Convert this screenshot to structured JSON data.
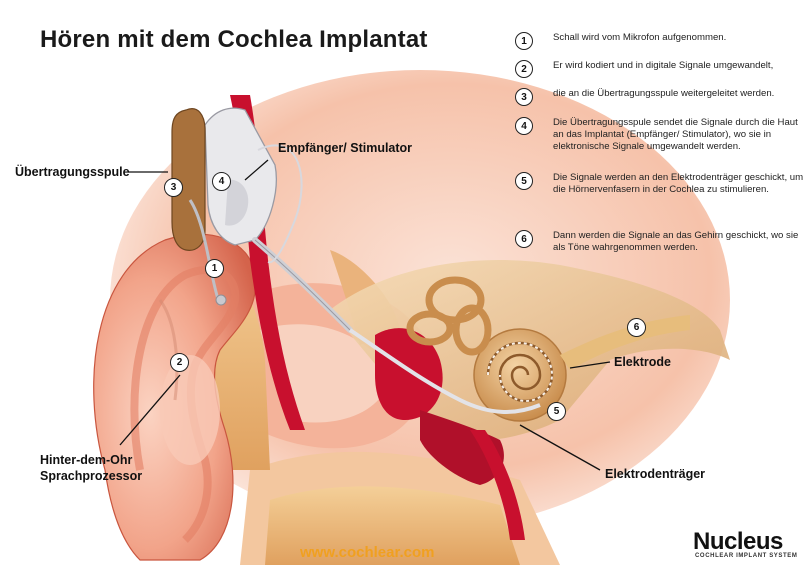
{
  "title": "Hören mit dem Cochlea Implantat",
  "steps": [
    {
      "num": "1",
      "text": "Schall wird vom Mikrofon aufgenommen."
    },
    {
      "num": "2",
      "text": "Er wird kodiert und in digitale Signale umgewandelt,"
    },
    {
      "num": "3",
      "text": "die an die Übertragungsspule weitergeleitet werden."
    },
    {
      "num": "4",
      "text": "Die Übertragungsspule sendet die Signale durch die Haut an das Implantat (Empfänger/ Stimulator), wo sie in elektronische Signale umgewandelt werden."
    },
    {
      "num": "5",
      "text": "Die Signale werden an den Elektrodenträger geschickt, um die Hörnervenfasern in der Cochlea zu stimulieren."
    },
    {
      "num": "6",
      "text": "Dann werden die Signale an das Gehirn geschickt, wo sie als Töne wahrgenommen werden."
    }
  ],
  "labels": {
    "receiver": "Empfänger/ Stimulator",
    "coil": "Übertragungsspule",
    "processor_line1": "Hinter-dem-Ohr",
    "processor_line2": "Sprachprozessor",
    "electrode": "Elektrode",
    "electrode_carrier": "Elektrodenträger"
  },
  "badges": {
    "b1": "1",
    "b2": "2",
    "b3": "3",
    "b4": "4",
    "b5": "5",
    "b6": "6"
  },
  "footer": {
    "url": "www.cochlear.com",
    "brand": "Nucleus",
    "brand_sub": "COCHLEAR IMPLANT SYSTEM"
  },
  "colors": {
    "skin": "#f2a48a",
    "skin_dark": "#d4634b",
    "tissue": "#e8b07a",
    "bone": "#e9c79a",
    "blood": "#c8102e",
    "cochlea": "#e2b27a",
    "url": "#f0a020"
  }
}
